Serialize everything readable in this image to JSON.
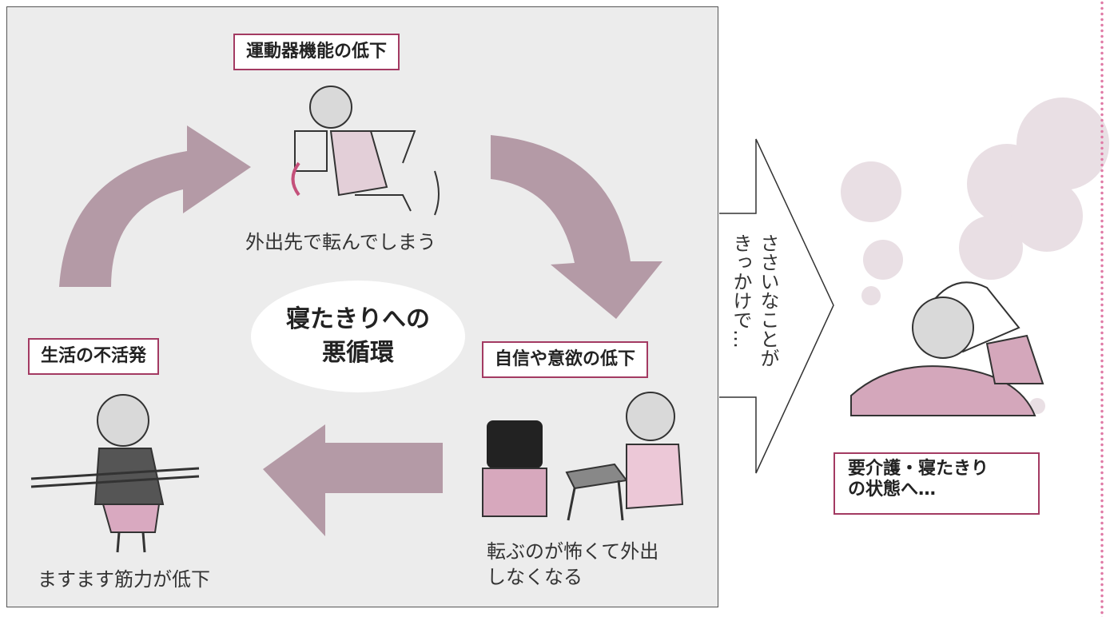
{
  "cycle": {
    "center_title_line1": "寝たきりへの",
    "center_title_line2": "悪循環",
    "top": {
      "label": "運動器機能の低下",
      "caption": "外出先で転んでしまう"
    },
    "bottom_right": {
      "label": "自信や意欲の低下",
      "caption_line1": "転ぶのが怖くて外出",
      "caption_line2": "しなくなる"
    },
    "bottom_left": {
      "label": "生活の不活発",
      "caption": "ますます筋力が低下"
    }
  },
  "transition": {
    "text": "ささいなことが\nきっかけで…"
  },
  "outcome": {
    "label_line1": "要介護・寝たきり",
    "label_line2": "の状態へ…"
  },
  "colors": {
    "arrow": "#b49aa6",
    "accent_border": "#a33a62",
    "panel_bg": "#ececec",
    "cloud": "#e9dfe4",
    "dots": "#e07aa6"
  },
  "icons": [
    "curved-arrow-top-left",
    "curved-arrow-top-right",
    "left-arrow-bottom",
    "right-big-arrow",
    "thought-cloud",
    "elder-person-figure"
  ]
}
